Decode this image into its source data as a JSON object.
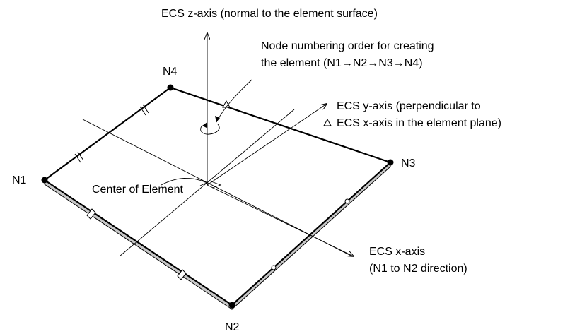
{
  "labels": {
    "z_axis": "ECS z-axis (normal to the element surface)",
    "node_order_line1": "Node numbering order for creating",
    "node_order_line2": "the element (N1→N2→N3→N4)",
    "y_axis_line1": "ECS y-axis (perpendicular to",
    "y_axis_line2": "ECS x-axis in the element plane)",
    "x_axis_line1": "ECS x-axis",
    "x_axis_line2": "(N1 to N2 direction)",
    "center": "Center of Element"
  },
  "nodes": {
    "n1": "N1",
    "n2": "N2",
    "n3": "N3",
    "n4": "N4"
  },
  "colors": {
    "line": "#000000",
    "edge_fill": "#c8c8c8",
    "background": "#ffffff"
  }
}
